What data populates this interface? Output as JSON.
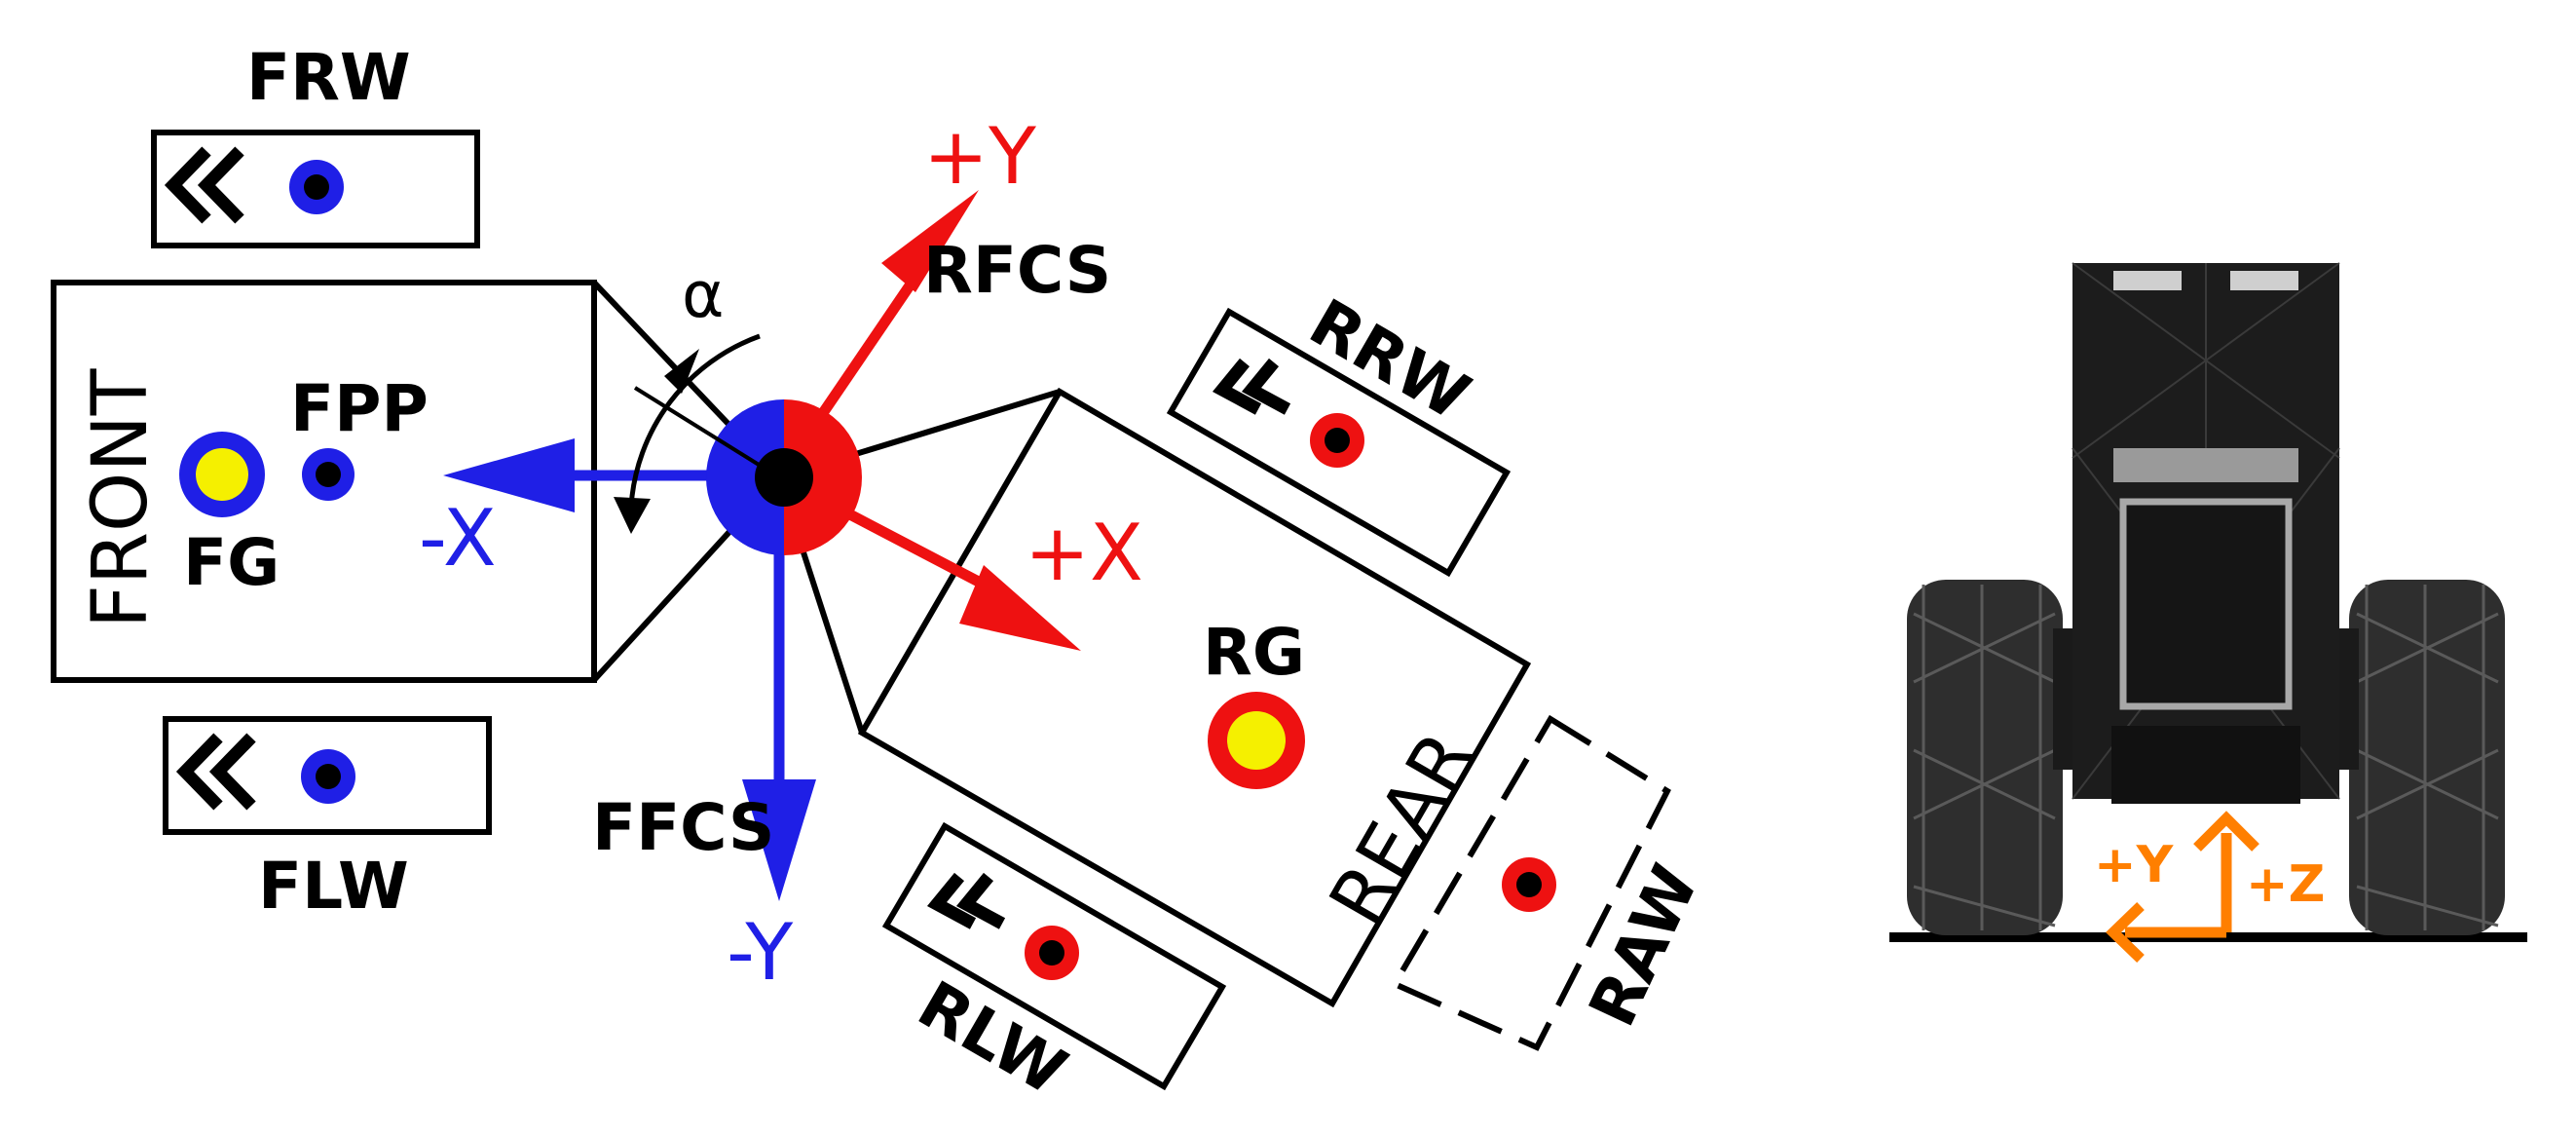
{
  "diagram": {
    "labels": {
      "front": "FRONT",
      "rear": "REAR",
      "frw": "FRW",
      "flw": "FLW",
      "rrw": "RRW",
      "rlw": "RLW",
      "raw": "RAW",
      "fpp": "FPP",
      "fg": "FG",
      "rg": "RG",
      "rfcs": "RFCS",
      "ffcs": "FFCS",
      "alpha": "α"
    },
    "axes": {
      "front_minus_x": "-X",
      "front_minus_y": "-Y",
      "rear_plus_x": "+X",
      "rear_plus_y": "+Y"
    },
    "vehicle_axes": {
      "plus_y": "+Y",
      "plus_z": "+Z"
    },
    "wheel_glyph": "«",
    "colors": {
      "front": "#1f1fe6",
      "rear": "#ee1111",
      "gravity_center": "#f5f000",
      "vehicle_axes": "#ff7f00",
      "outline": "#000000",
      "vehicle_body": "#1c1c1c"
    }
  }
}
